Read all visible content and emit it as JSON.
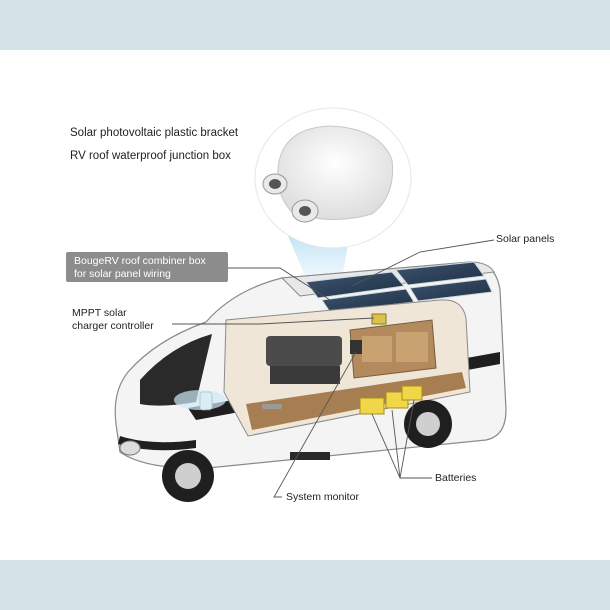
{
  "callout": {
    "line1": "Solar photovoltaic plastic bracket",
    "line2": "RV roof waterproof junction box"
  },
  "labels": {
    "combiner_line1": "BougeRV roof combiner box",
    "combiner_line2": "for solar panel wiring",
    "mppt_line1": "MPPT solar",
    "mppt_line2": "charger controller",
    "solar_panels": "Solar panels",
    "batteries": "Batteries",
    "system_monitor": "System monitor"
  },
  "colors": {
    "band": "#d3e3e8",
    "van_body": "#f4f4f4",
    "stripe": "#1f1f1f",
    "interior": "#b28a5e",
    "battery": "#f2d64a",
    "glow": "#9fd4ef"
  }
}
